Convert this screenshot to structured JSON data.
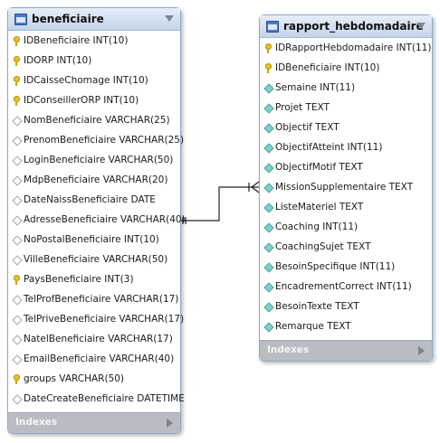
{
  "tables": [
    {
      "name": "beneficiaire",
      "indexes_label": "Indexes",
      "columns": [
        {
          "text": "IDBeneficiaire INT(10)",
          "icon": "key-icon"
        },
        {
          "text": "IDORP INT(10)",
          "icon": "key-icon"
        },
        {
          "text": "IDCaisseChomage INT(10)",
          "icon": "key-icon"
        },
        {
          "text": "IDConseillerORP INT(10)",
          "icon": "key-icon"
        },
        {
          "text": "NomBeneficiaire VARCHAR(25)",
          "icon": "diamond-icon"
        },
        {
          "text": "PrenomBeneficiaire VARCHAR(25)",
          "icon": "diamond-icon"
        },
        {
          "text": "LoginBeneficiaire VARCHAR(50)",
          "icon": "diamond-icon"
        },
        {
          "text": "MdpBeneficiaire VARCHAR(20)",
          "icon": "diamond-icon"
        },
        {
          "text": "DateNaissBeneficiaire DATE",
          "icon": "diamond-icon"
        },
        {
          "text": "AdresseBeneficiaire VARCHAR(40)",
          "icon": "diamond-icon"
        },
        {
          "text": "NoPostalBeneficiaire INT(10)",
          "icon": "diamond-icon"
        },
        {
          "text": "VilleBeneficiaire VARCHAR(50)",
          "icon": "diamond-icon"
        },
        {
          "text": "PaysBeneficiaire INT(3)",
          "icon": "key-icon"
        },
        {
          "text": "TelProfBeneficiaire VARCHAR(17)",
          "icon": "diamond-icon"
        },
        {
          "text": "TelPriveBeneficiaire VARCHAR(17)",
          "icon": "diamond-icon"
        },
        {
          "text": "NatelBeneficiaire VARCHAR(17)",
          "icon": "diamond-icon"
        },
        {
          "text": "EmailBeneficiaire VARCHAR(40)",
          "icon": "diamond-icon"
        },
        {
          "text": "groups VARCHAR(50)",
          "icon": "key-icon"
        },
        {
          "text": "DateCreateBeneficiaire DATETIME",
          "icon": "diamond-icon"
        }
      ]
    },
    {
      "name": "rapport_hebdomadaire",
      "indexes_label": "Indexes",
      "columns": [
        {
          "text": "IDRapportHebdomadaire INT(11)",
          "icon": "key-icon"
        },
        {
          "text": "IDBeneficiaire INT(10)",
          "icon": "key-icon"
        },
        {
          "text": "Semaine INT(11)",
          "icon": "teal-diamond-icon"
        },
        {
          "text": "Projet TEXT",
          "icon": "teal-diamond-icon"
        },
        {
          "text": "Objectif TEXT",
          "icon": "teal-diamond-icon"
        },
        {
          "text": "ObjectifAtteint INT(11)",
          "icon": "teal-diamond-icon"
        },
        {
          "text": "ObjectifMotif TEXT",
          "icon": "teal-diamond-icon"
        },
        {
          "text": "MissionSupplementaire TEXT",
          "icon": "teal-diamond-icon"
        },
        {
          "text": "ListeMateriel TEXT",
          "icon": "teal-diamond-icon"
        },
        {
          "text": "Coaching INT(11)",
          "icon": "teal-diamond-icon"
        },
        {
          "text": "CoachingSujet TEXT",
          "icon": "teal-diamond-icon"
        },
        {
          "text": "BesoinSpecifique INT(11)",
          "icon": "teal-diamond-icon"
        },
        {
          "text": "EncadrementCorrect INT(11)",
          "icon": "teal-diamond-icon"
        },
        {
          "text": "BesoinTexte TEXT",
          "icon": "teal-diamond-icon"
        },
        {
          "text": "Remarque TEXT",
          "icon": "teal-diamond-icon"
        }
      ]
    }
  ]
}
